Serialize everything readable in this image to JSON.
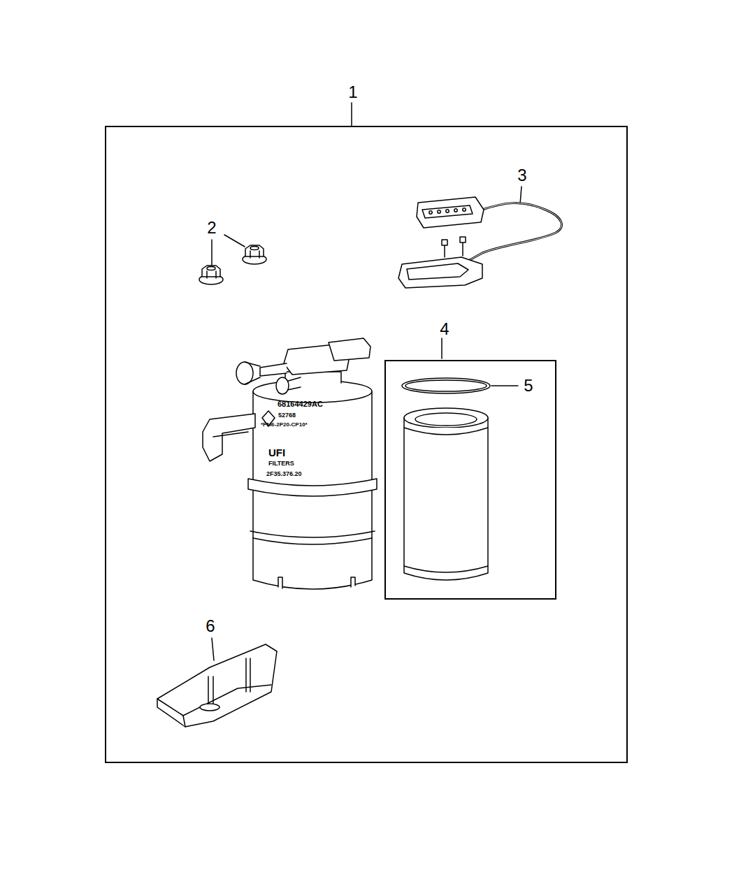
{
  "diagram": {
    "nodes": [
      {
        "text": [
          "1"
        ]
      },
      {
        "text": [
          "4"
        ],
        "in": 0
      }
    ],
    "edges": [],
    "labels": [
      "2",
      "3",
      "5",
      "6",
      "68164429AC",
      "52768",
      "*PM6-2P20-CP10*",
      "UFI",
      "FILTERS",
      "2F35.376.20"
    ]
  }
}
